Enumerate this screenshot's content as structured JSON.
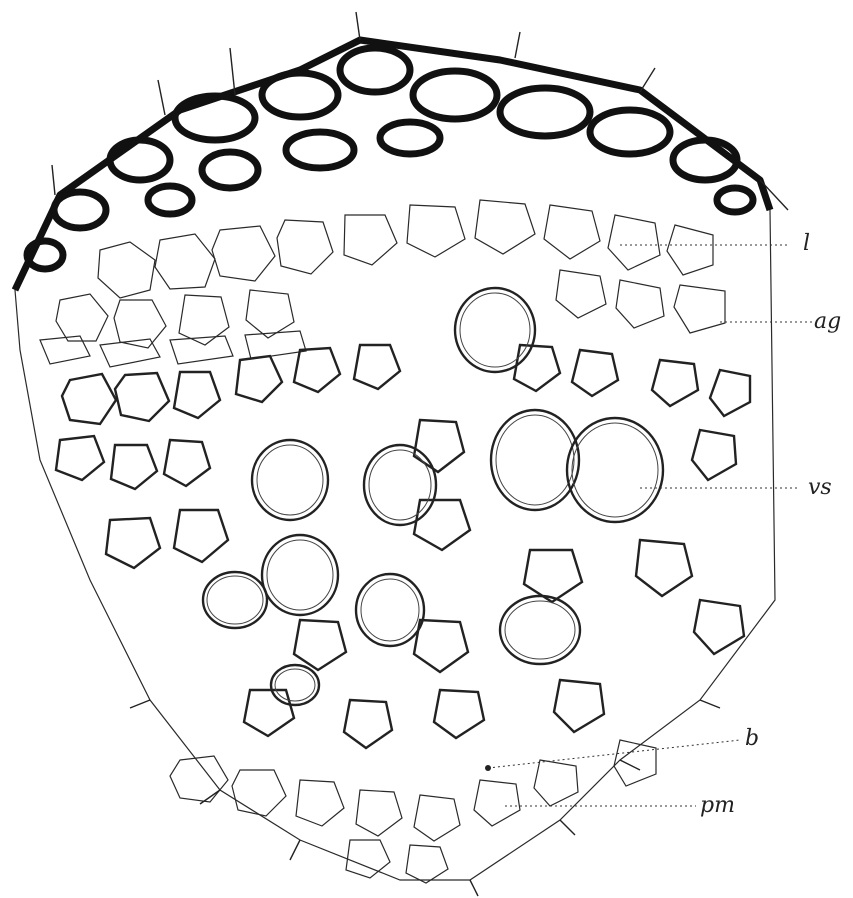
{
  "figure": {
    "labels": [
      {
        "id": "l",
        "text": "l"
      },
      {
        "id": "ag",
        "text": "ag"
      },
      {
        "id": "vs",
        "text": "vs"
      },
      {
        "id": "b",
        "text": "b"
      },
      {
        "id": "pm",
        "text": "pm"
      }
    ]
  }
}
